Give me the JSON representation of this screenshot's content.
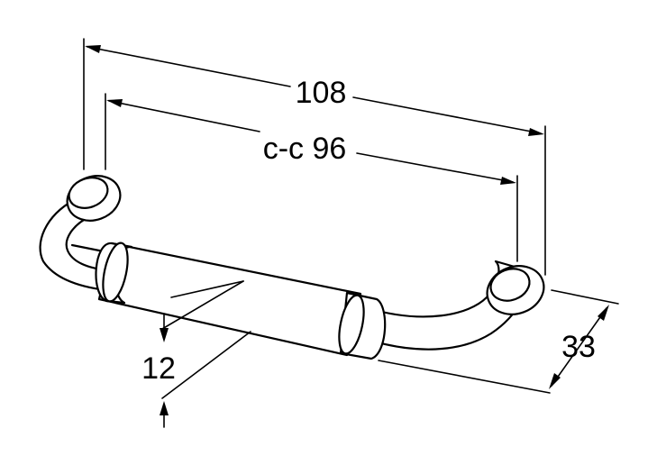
{
  "dimensions": {
    "overall_length": "108",
    "center_to_center": "c-c 96",
    "projection": "33",
    "diameter": "12"
  }
}
